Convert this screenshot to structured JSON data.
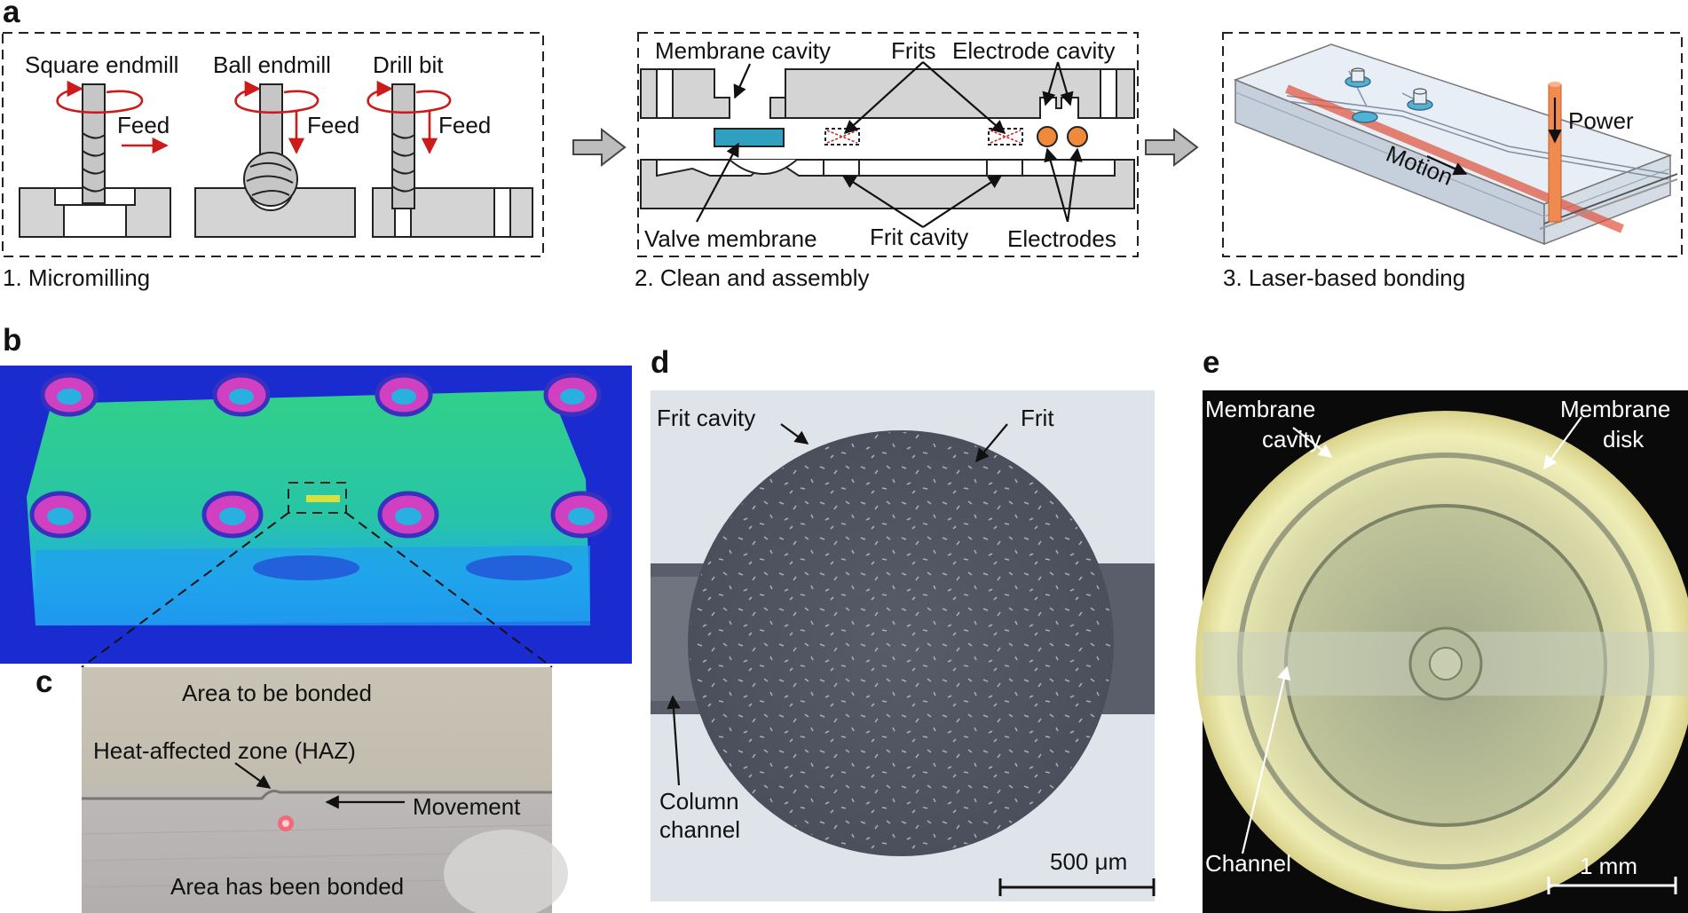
{
  "panels": {
    "a": {
      "label": "a",
      "step1": {
        "caption": "1. Micromilling",
        "tool1": "Square endmill",
        "tool2": "Ball endmill",
        "tool3": "Drill bit",
        "feed": "Feed"
      },
      "step2": {
        "caption": "2. Clean and assembly",
        "membrane_cavity": "Membrane cavity",
        "frits": "Frits",
        "electrode_cavity": "Electrode cavity",
        "valve_membrane": "Valve membrane",
        "frit_cavity": "Frit cavity",
        "electrodes": "Electrodes"
      },
      "step3": {
        "caption": "3. Laser-based bonding",
        "power": "Power",
        "motion": "Motion"
      }
    },
    "b": {
      "label": "b"
    },
    "c": {
      "label": "c",
      "area_to_bond": "Area to be bonded",
      "haz": "Heat-affected zone (HAZ)",
      "movement": "Movement",
      "area_bonded": "Area has been bonded"
    },
    "d": {
      "label": "d",
      "frit_cavity": "Frit cavity",
      "frit": "Frit",
      "column_line1": "Column",
      "column_line2": "channel",
      "scale": "500 μm"
    },
    "e": {
      "label": "e",
      "membrane_cavity_line1": "Membrane",
      "membrane_cavity_line2": "cavity",
      "membrane_disk_line1": "Membrane",
      "membrane_disk_line2": "disk",
      "channel": "Channel",
      "scale": "1 mm"
    }
  },
  "colors": {
    "arrow_red": "#cc1b1b",
    "membrane_blue": "#2fa0c0",
    "electrode_orange": "#ee8a3a",
    "laser_orange": "#f08a50",
    "thermal_bg": "#1a2cd0"
  }
}
